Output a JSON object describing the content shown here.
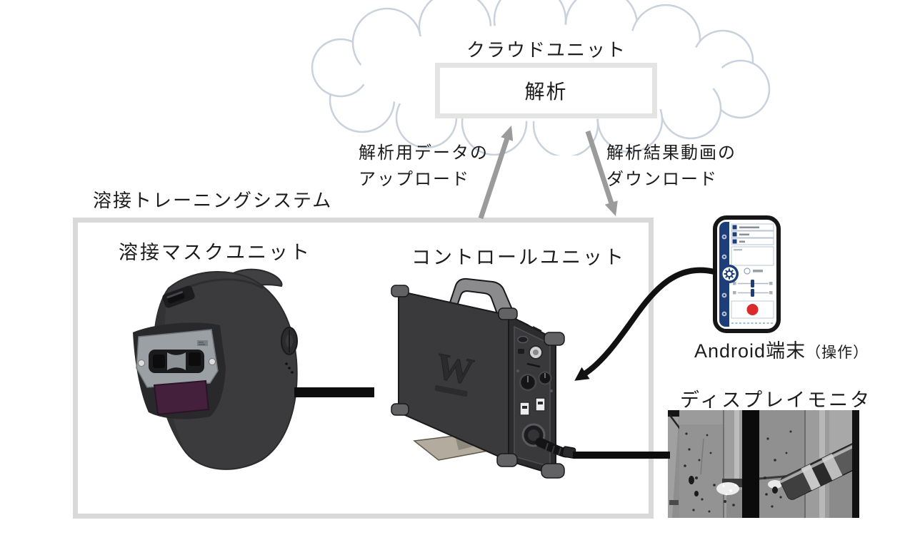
{
  "cloud": {
    "title": "クラウドユニット",
    "box": "解析"
  },
  "flows": {
    "upload": {
      "line1": "解析用データの",
      "line2": "アップロード"
    },
    "download": {
      "line1": "解析結果動画の",
      "line2": "ダウンロード"
    }
  },
  "system": {
    "title": "溶接トレーニングシステム",
    "mask_label": "溶接マスクユニット",
    "control_label": "コントロールユニット",
    "control_logo": "W"
  },
  "peripherals": {
    "android_label": "Android端末",
    "android_note": "（操作）",
    "monitor_label": "ディスプレイモニタ"
  },
  "colors": {
    "cloud_outline": "#c8d1dc",
    "analysis_border": "#e4e4e4",
    "system_border": "#d9d9d9",
    "arrow_gray": "#9b9b9b",
    "line_black": "#0d0d0d",
    "phone_navy": "#1d3e78",
    "record_red": "#d92b2b",
    "mask_body": "#3b3b3d",
    "visor_purple": "#44203c"
  }
}
